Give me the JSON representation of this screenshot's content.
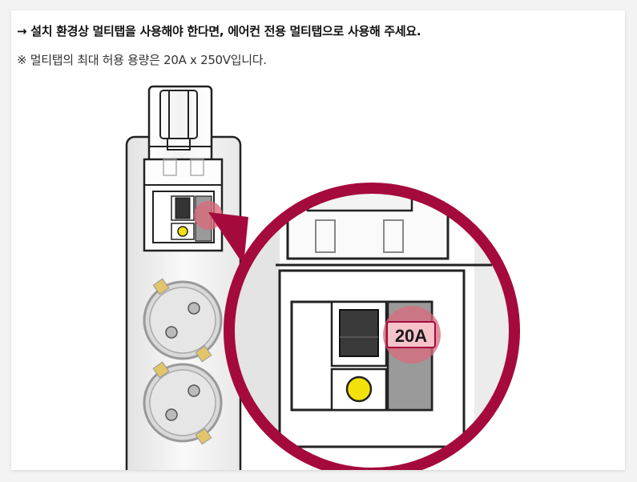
{
  "notice": {
    "text": "→ 설치 환경상 멀티탭을 사용해야 한다면, 에어컨 전용 멀티탭으로 사용해 주세요."
  },
  "note": {
    "text": "※ 멀티탭의 최대 허용 용량은 20A x 250V입니다."
  },
  "illustration": {
    "breaker_label": "20A",
    "colors": {
      "highlight_ring": "#a50a3c",
      "highlight_fill": "#d96a7c",
      "button_yellow": "#f3e10a",
      "socket_tab": "#e2c56a",
      "switch_dark": "#333333"
    }
  }
}
